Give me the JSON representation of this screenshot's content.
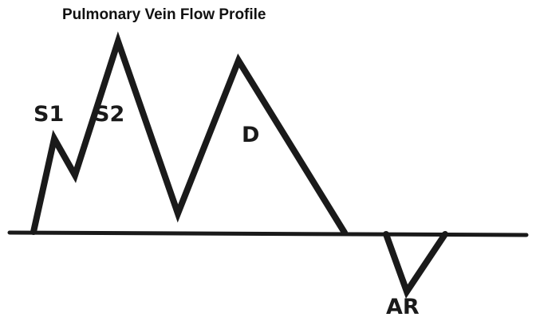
{
  "title": "Pulmonary Vein Flow Profile",
  "labels": {
    "s1": "S1",
    "s2": "S2",
    "d": "D",
    "ar": "AR"
  },
  "colors": {
    "stroke": "#1a1a1a",
    "background": "#ffffff"
  }
}
